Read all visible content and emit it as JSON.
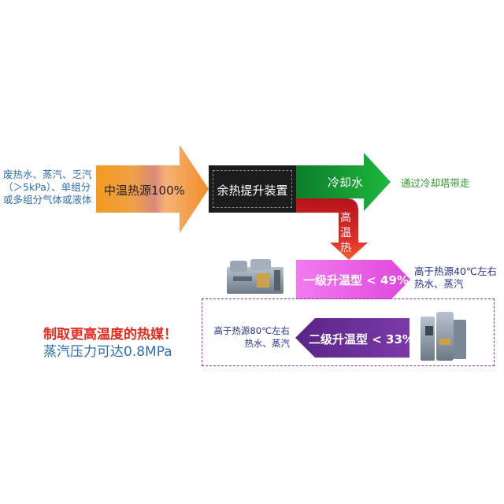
{
  "source": {
    "description": "废热水、蒸汽、乏汽（＞5kPa）、单组分或多组分气体或液体",
    "label": "中温热源100%"
  },
  "device": {
    "label": "余热提升装置"
  },
  "cooling": {
    "label": "冷却水",
    "note": "通过冷却塔带走"
  },
  "high_heat": {
    "label": "高温热"
  },
  "stage1": {
    "label": "一级升温型 < 49%",
    "note": "高于热源40℃左右热水、蒸汽"
  },
  "stage2": {
    "label": "二级升温型 < 33%",
    "note": "高于热源80℃左右热水、蒸汽"
  },
  "headline": "制取更高温度的热媒！",
  "subline": "蒸汽压力可达0.8MPa",
  "colors": {
    "source_orange": "#f39a1e",
    "cooling_green": "#17a534",
    "high_heat_red": "#d81f26",
    "stage1_magenta": "#ef5fe8",
    "stage2_purple": "#6e2f9e",
    "frame_purple": "#7b3a8c",
    "headline_red": "#e52b1e",
    "text_blue": "#2e6fb2"
  }
}
